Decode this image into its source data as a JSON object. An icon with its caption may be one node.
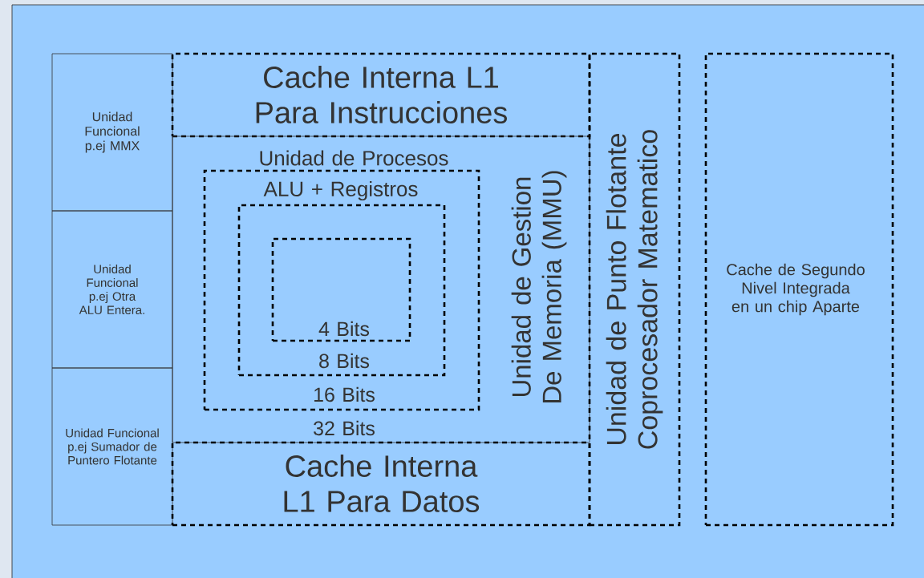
{
  "diagram": {
    "nodes": [
      {
        "text": [
          "Unidad Funcional p.ej MMX"
        ]
      },
      {
        "text": [
          "Unidad Funcional p.ej Otra ALU Entera."
        ]
      },
      {
        "text": [
          "Unidad Funcional p.ej Sumador de Puntero Flotante"
        ]
      },
      {
        "text": [
          "Cache Interna L1 Para Instrucciones"
        ]
      },
      {
        "text": [
          "32 Bits",
          "Unidad de Gestion De Memoria (MMU)"
        ]
      },
      {
        "text": [
          "Unidad de Procesos",
          "16 Bits"
        ],
        "in": 4
      },
      {
        "text": [
          "ALU + Registros",
          "8 Bits"
        ],
        "in": 5
      },
      {
        "text": [
          "4 Bits"
        ],
        "in": 6
      },
      {
        "text": [
          "Cache Interna L1 Para Datos"
        ]
      },
      {
        "text": [
          "Unidad de Punto Flotante Coprocesador Matematico"
        ]
      },
      {
        "text": [
          "Cache de Segundo Nivel Integrada en un chip Aparte"
        ]
      }
    ]
  }
}
